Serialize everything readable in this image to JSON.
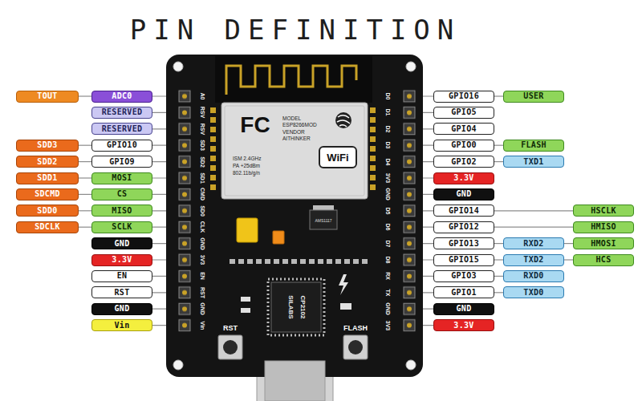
{
  "diagram": {
    "title": "PIN DEFINITION",
    "nodes": [
      {
        "text": [
          "TOUT"
        ]
      },
      {
        "text": [
          "ADC0"
        ]
      },
      {
        "text": [
          "GPIO16"
        ]
      },
      {
        "text": [
          "USER"
        ]
      },
      {
        "text": [
          "RESERVED"
        ]
      },
      {
        "text": [
          "GPIO5"
        ]
      },
      {
        "text": [
          "RESERVED"
        ]
      },
      {
        "text": [
          "GPIO4"
        ]
      },
      {
        "text": [
          "SDD3"
        ]
      },
      {
        "text": [
          "GPIO10"
        ]
      },
      {
        "text": [
          "GPIO0"
        ]
      },
      {
        "text": [
          "FLASH"
        ]
      },
      {
        "text": [
          "SDD2"
        ]
      },
      {
        "text": [
          "GPIO9"
        ]
      },
      {
        "text": [
          "GPIO2"
        ]
      },
      {
        "text": [
          "TXD1"
        ]
      },
      {
        "text": [
          "SDD1"
        ]
      },
      {
        "text": [
          "MOSI"
        ]
      },
      {
        "text": [
          "3.3V"
        ]
      },
      {
        "text": [
          "SDCMD"
        ]
      },
      {
        "text": [
          "CS"
        ]
      },
      {
        "text": [
          "GND"
        ]
      },
      {
        "text": [
          "SDD0"
        ]
      },
      {
        "text": [
          "MISO"
        ]
      },
      {
        "text": [
          "GPIO14"
        ]
      },
      {
        "text": [
          "HSCLK"
        ]
      },
      {
        "text": [
          "SDCLK"
        ]
      },
      {
        "text": [
          "SCLK"
        ]
      },
      {
        "text": [
          "GPIO12"
        ]
      },
      {
        "text": [
          "HMISO"
        ]
      },
      {
        "text": [
          "GND"
        ]
      },
      {
        "text": [
          "GPIO13"
        ]
      },
      {
        "text": [
          "RXD2"
        ]
      },
      {
        "text": [
          "HMOSI"
        ]
      },
      {
        "text": [
          "3.3V"
        ]
      },
      {
        "text": [
          "GPIO15"
        ]
      },
      {
        "text": [
          "TXD2"
        ]
      },
      {
        "text": [
          "HCS"
        ]
      },
      {
        "text": [
          "EN"
        ]
      },
      {
        "text": [
          "GPIO3"
        ]
      },
      {
        "text": [
          "RXD0"
        ]
      },
      {
        "text": [
          "RST"
        ]
      },
      {
        "text": [
          "GPIO1"
        ]
      },
      {
        "text": [
          "TXD0"
        ]
      },
      {
        "text": [
          "GND"
        ]
      },
      {
        "text": [
          "GND"
        ]
      },
      {
        "text": [
          "Vin"
        ]
      },
      {
        "text": [
          "3.3V"
        ]
      }
    ],
    "edges": [
      {
        "from": 0,
        "to": 1,
        "arrow": "none"
      },
      {
        "from": 2,
        "to": 3,
        "arrow": "none"
      },
      {
        "from": 8,
        "to": 9,
        "arrow": "none"
      },
      {
        "from": 10,
        "to": 11,
        "arrow": "none"
      },
      {
        "from": 12,
        "to": 13,
        "arrow": "none"
      },
      {
        "from": 14,
        "to": 15,
        "arrow": "none"
      },
      {
        "from": 16,
        "to": 17,
        "arrow": "none"
      },
      {
        "from": 19,
        "to": 20,
        "arrow": "none"
      },
      {
        "from": 22,
        "to": 23,
        "arrow": "none"
      },
      {
        "from": 24,
        "to": 25,
        "arrow": "none"
      },
      {
        "from": 26,
        "to": 27,
        "arrow": "none"
      },
      {
        "from": 28,
        "to": 29,
        "arrow": "none"
      },
      {
        "from": 31,
        "to": 32,
        "arrow": "none"
      },
      {
        "from": 32,
        "to": 33,
        "arrow": "none"
      },
      {
        "from": 35,
        "to": 36,
        "arrow": "none"
      },
      {
        "from": 36,
        "to": 37,
        "arrow": "none"
      },
      {
        "from": 39,
        "to": 40,
        "arrow": "none"
      },
      {
        "from": 42,
        "to": 43,
        "arrow": "none"
      }
    ],
    "labels": [
      "A0",
      "RSV",
      "RSV",
      "SD3",
      "SD2",
      "SD1",
      "CMD",
      "SD0",
      "CLK",
      "GND",
      "3V3",
      "EN",
      "RST",
      "GND",
      "Vin",
      "D0",
      "D1",
      "D2",
      "D3",
      "D4",
      "3V3",
      "GND",
      "D5",
      "D6",
      "D7",
      "D8",
      "RX",
      "TX",
      "GND",
      "3V3",
      "FC",
      "MODEL",
      "ESP8266MOD",
      "VENDOR",
      "AITHINKER",
      "ISM 2.4GHz",
      "PA +25dBm",
      "802.11b/g/n",
      "WiFi",
      "AMS1117",
      "SILABS",
      "CP2102",
      "RST",
      "FLASH"
    ]
  }
}
